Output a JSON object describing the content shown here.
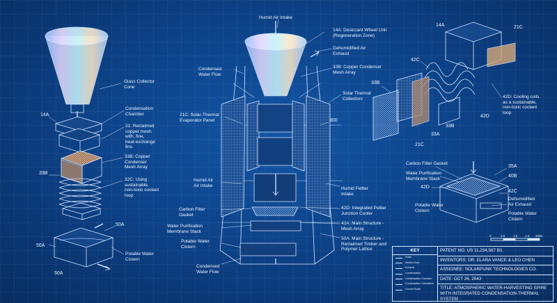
{
  "labels": {
    "glass_cone": "Glass Collector\nCone",
    "condensation_chamber": "Condensation\nChamber",
    "reclaimed_mesh": "21: Reclaimed\ncopper mesh\nwith, fine,\nheat-exchange\nfins",
    "copper_condenser_left": "33B: Copper\nCondenser\nMesh Array",
    "coolant_left": "32C: Using\nsustainable,\nnon-toxic coolant\nloop",
    "potable_left": "Potable Water\nCistern",
    "humid_air_top": "Humid Air Intake",
    "desiccant": "14A: Desiccant Wheel Unit\n(Regeneration Zone)",
    "dehumid_exhaust_top": "Dehumidified Air\nExhaust",
    "copper_condenser_mid": "33B: Copper Condenser\nMesh Array",
    "solar_collectors": "Solar Thermal\nCollectors",
    "condensed_flow_top": "Condensed\nWater Flow",
    "solar_evap": "21C: Solar-Thermal\nEvaporator Panel",
    "humid_air_left": "Humid Air\nAir Intake",
    "carbon_filter": "Carbon Filter\nGasket",
    "membrane_stack": "Water Purification\nMembrane Stack",
    "potable_mid": "Potable Water\nCistern",
    "condensed_flow_bottom": "Condensed\nWater Flow",
    "humid_feltter": "Humid Feltter\nIntake",
    "peltier": "42D: Integrated Peltier\nJunction Cooler",
    "mesh_array": "42A: Main Structure -\nMesh Array",
    "main_structure": "50A: Main Structure -\nReclaimed Timber and\nPolymer Lattice",
    "cooling_coils": "42D: Cooling coils\nas a sustainable,\nnon-toxic coolant\nloop",
    "carbon_filter_right": "Carbon Filter Gasket",
    "membrane_right": "Water Purification\nMembrane Stack",
    "dehumid_right": "Dehumidified\nAir Exhaust",
    "potable_right_a": "Potable Water\nCistern",
    "potable_right_b": "Potable Water\nCistern"
  },
  "refs": {
    "r14a_left": "14A",
    "r33b_left": "33B",
    "r50a_a": "50A",
    "r50a_b": "50A",
    "r50a_c": "50A",
    "r300": "300",
    "r14a_right": "14A",
    "r21c_right": "21C",
    "r42c_a": "42C",
    "r33b_right": "33B",
    "r42d_a": "42D",
    "r33b_b": "33B",
    "r33a": "33A",
    "r21c_b": "21C",
    "r35a": "35A",
    "r40b": "40B",
    "r42d_b": "42D",
    "r42c_b": "42C"
  },
  "scale_bar": {
    "ticks": [
      "0",
      "0.5",
      "1.0",
      "1.5",
      "2000"
    ]
  },
  "title_block": {
    "key_title": "KEY",
    "key_items": [
      "Scale",
      "Section lines",
      "Exhaust",
      "Condensation",
      "Condensation Chamber",
      "Condensation Orientation",
      "Ground Scale"
    ],
    "patent": "PATENT NO. US 11,234,567 B1",
    "inventors": "INVENTORS: DR. ELARA VANCE & LEO CHEN",
    "assignee": "ASSIGNEE: SOLARPUNK TECHNOLOGIES CO.",
    "date": "DATE: OCT 26, 2043",
    "title": "TITLE: ATMOSPHERIC WATER-HARVESTING SPIRE WITH INTEGRATED CONDENSATION-THERMAL SYSTEM"
  },
  "colors": {
    "background": "#0c3f83",
    "line": "#dbe8ff"
  }
}
